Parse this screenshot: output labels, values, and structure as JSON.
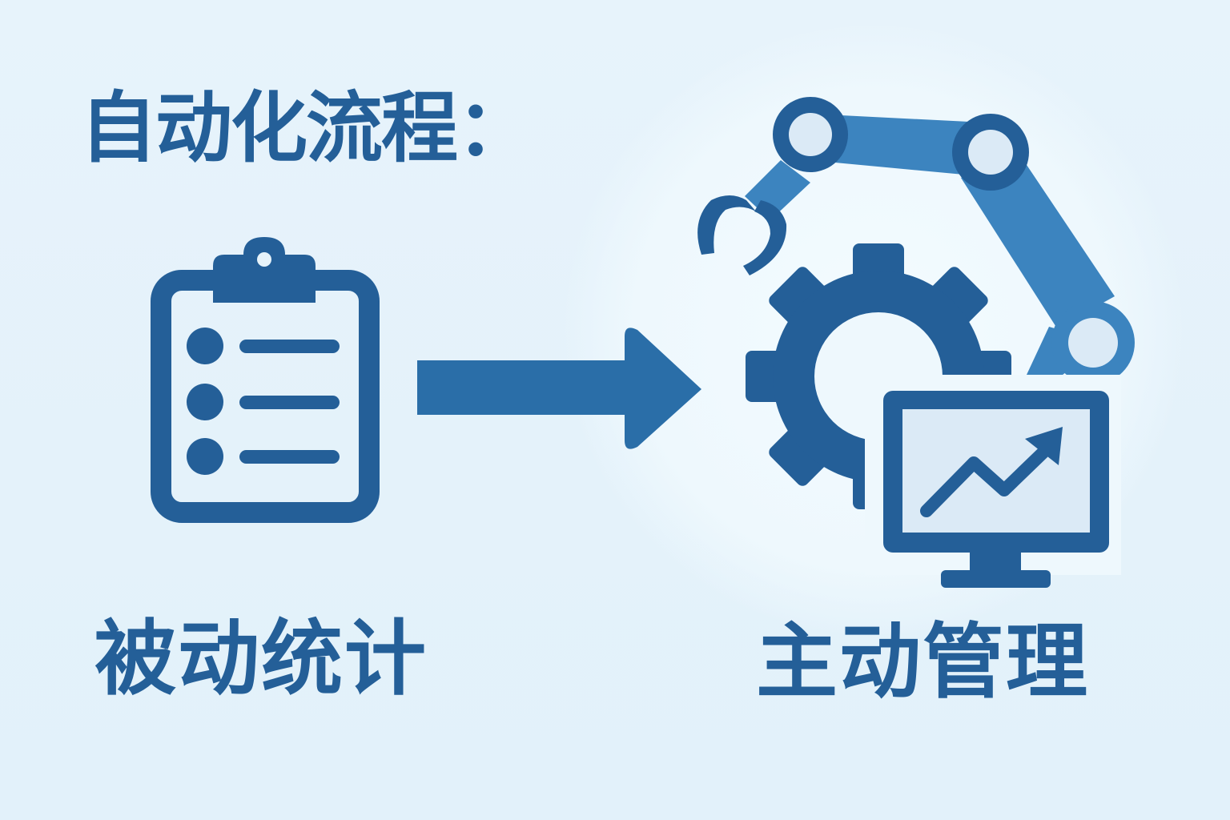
{
  "heading": {
    "title": "自动化流程："
  },
  "left": {
    "label": "被动统计",
    "icon": "clipboard-checklist-icon"
  },
  "right": {
    "label": "主动管理",
    "icons": [
      "robotic-arm-icon",
      "gear-icon",
      "monitor-growth-chart-icon"
    ]
  },
  "transition_icon": "arrow-right-icon",
  "colors": {
    "primary": "#245f98",
    "secondary": "#3c84bf",
    "light_fill": "#dbeaf6",
    "background": "#e6f3fa"
  }
}
